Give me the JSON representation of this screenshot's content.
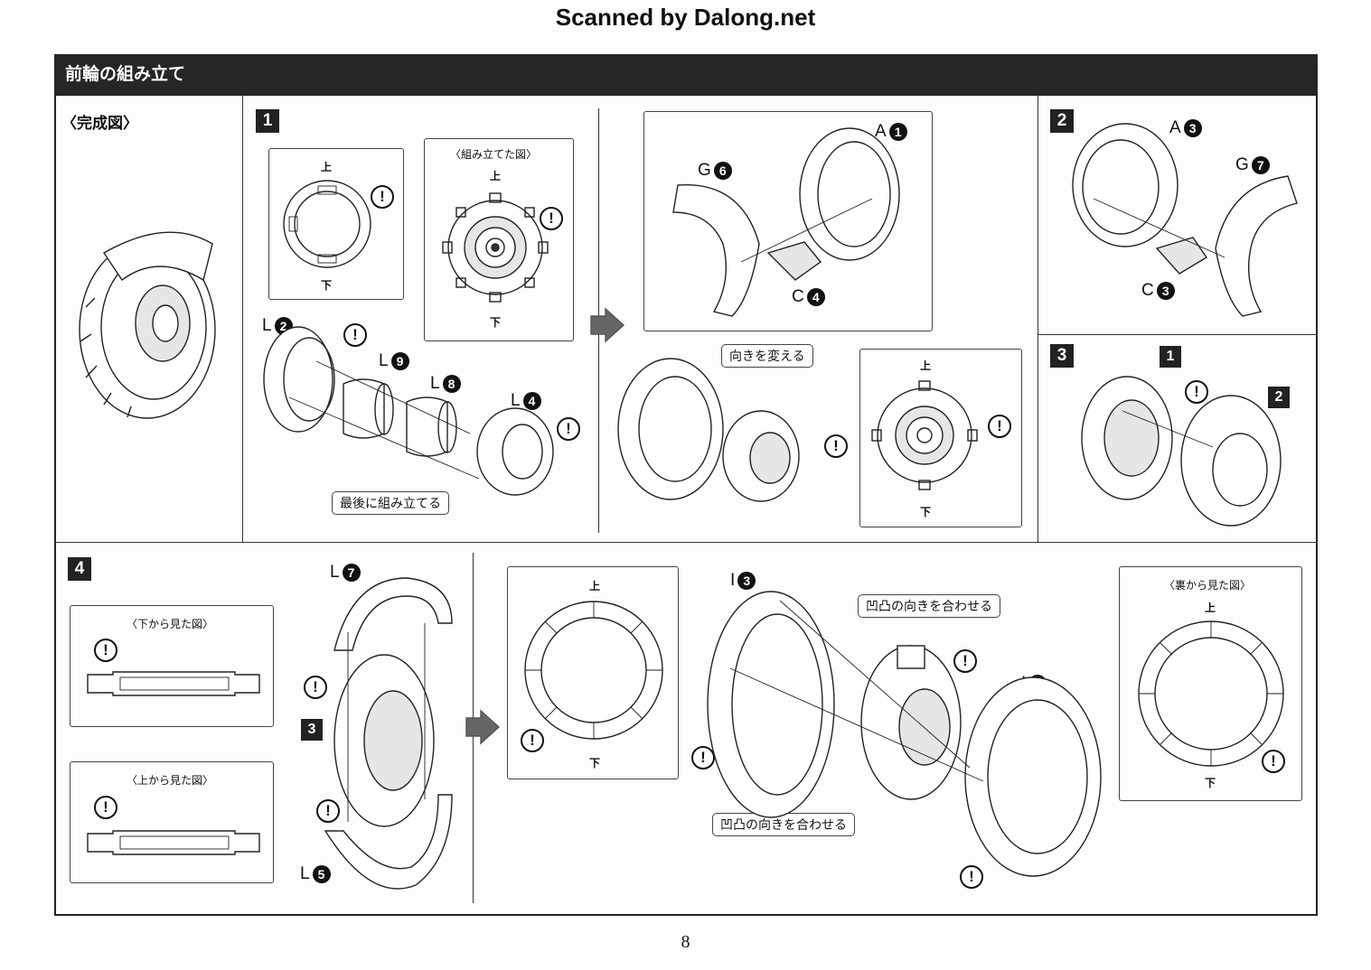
{
  "watermark": "Scanned by Dalong.net",
  "section_title": "前輪の組み立て",
  "completed_view_label": "〈完成図〉",
  "page_number": "8",
  "steps": [
    "1",
    "2",
    "3",
    "4"
  ],
  "step1": {
    "view_top": "上",
    "view_bottom": "下",
    "assembled_view_title": "〈組み立てた図〉",
    "assembled_top": "上",
    "assembled_bottom": "下",
    "parts": [
      {
        "letter": "L",
        "num": "2"
      },
      {
        "letter": "L",
        "num": "9"
      },
      {
        "letter": "L",
        "num": "8"
      },
      {
        "letter": "L",
        "num": "4"
      }
    ],
    "note_last": "最後に組み立てる",
    "parts_right": [
      {
        "letter": "A",
        "num": "1"
      },
      {
        "letter": "G",
        "num": "6"
      },
      {
        "letter": "C",
        "num": "4"
      }
    ],
    "note_turn": "向きを変える",
    "detail_top": "上",
    "detail_bottom": "下"
  },
  "step2": {
    "parts": [
      {
        "letter": "A",
        "num": "3"
      },
      {
        "letter": "G",
        "num": "7"
      },
      {
        "letter": "C",
        "num": "3"
      }
    ]
  },
  "step3": {
    "sub_labels": [
      "1",
      "2"
    ]
  },
  "step4": {
    "bottom_view_title": "〈下から見た図〉",
    "top_view_title": "〈上から見た図〉",
    "parts": [
      {
        "letter": "L",
        "num": "7"
      },
      {
        "letter": "L",
        "num": "5"
      },
      {
        "letter": "I",
        "num": "3"
      },
      {
        "letter": "I",
        "num": "1"
      }
    ],
    "sub_label": "3",
    "ring_top": "上",
    "ring_bottom": "下",
    "note_align": "凹凸の向きを合わせる",
    "note_align2": "凹凸の向きを合わせる",
    "back_view_title": "〈裏から見た図〉",
    "back_top": "上",
    "back_bottom": "下"
  },
  "warning_symbol": "!"
}
